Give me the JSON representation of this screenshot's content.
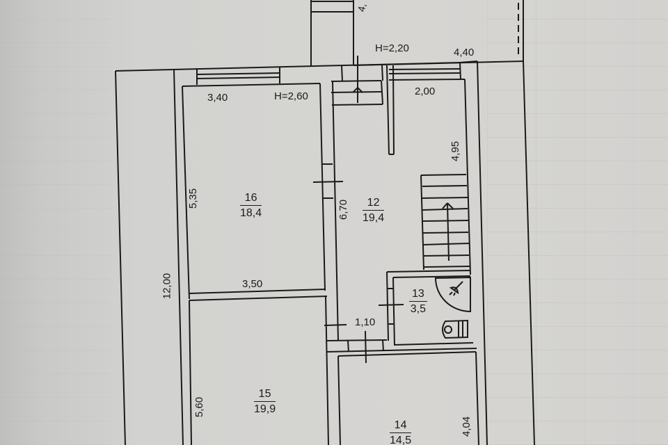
{
  "plan": {
    "type": "floor-plan",
    "colors": {
      "paper": "#d3d2cf",
      "line": "#1a1a1a"
    },
    "heights": {
      "main": "H=2,60",
      "annex": "H=2,20"
    },
    "dimensions": {
      "top_left": "3,40",
      "top_right_room": "2,00",
      "annex_width": "4,40",
      "annex_partial": "4,",
      "overall_length": "12,00",
      "room16_length": "5,35",
      "room16_width": "3,50",
      "room15_length": "5,60",
      "room12_length": "6,70",
      "stair_side": "4,95",
      "corridor_width": "1,10",
      "room14_length": "4,04"
    },
    "rooms": [
      {
        "number": "16",
        "area": "18,4"
      },
      {
        "number": "12",
        "area": "19,4"
      },
      {
        "number": "13",
        "area": "3,5"
      },
      {
        "number": "15",
        "area": "19,9"
      },
      {
        "number": "14",
        "area": "14,5"
      }
    ],
    "fixtures": [
      {
        "room": "13",
        "icon": "shower-icon"
      },
      {
        "room": "13",
        "icon": "toilet-icon"
      },
      {
        "room": "12",
        "icon": "staircase-icon"
      }
    ]
  }
}
